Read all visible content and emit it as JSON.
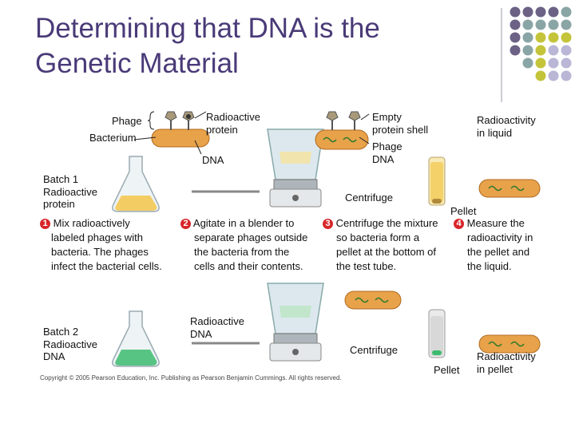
{
  "title_line1": "Determining that DNA is the",
  "title_line2": "Genetic Material",
  "labels": {
    "phage": "Phage",
    "bacterium": "Bacterium",
    "radioactive_protein": [
      "Radioactive",
      "protein"
    ],
    "dna": "DNA",
    "empty_shell": [
      "Empty",
      "protein shell"
    ],
    "phage_dna": [
      "Phage",
      "DNA"
    ],
    "radioactivity_liquid": [
      "Radioactivity",
      "in liquid"
    ],
    "batch1": [
      "Batch 1",
      "Radioactive",
      "protein"
    ],
    "centrifuge1": "Centrifuge",
    "pellet1": "Pellet",
    "batch2": [
      "Batch 2",
      "Radioactive",
      "DNA"
    ],
    "radioactive_dna": [
      "Radioactive",
      "DNA"
    ],
    "centrifuge2": "Centrifuge",
    "pellet2": "Pellet",
    "radioactivity_pellet": [
      "Radioactivity",
      "in pellet"
    ]
  },
  "steps": [
    {
      "num": "1",
      "lines": [
        "Mix radioactively",
        "labeled phages with",
        "bacteria. The phages",
        "infect the bacterial cells."
      ]
    },
    {
      "num": "2",
      "lines": [
        "Agitate in a blender to",
        "separate phages outside",
        "the bacteria from the",
        "cells and their contents."
      ]
    },
    {
      "num": "3",
      "lines": [
        "Centrifuge the mixture",
        "so bacteria form a",
        "pellet at the bottom of",
        "the test tube."
      ]
    },
    {
      "num": "4",
      "lines": [
        "Measure the",
        "radioactivity in",
        "the pellet and",
        "the liquid."
      ]
    }
  ],
  "copyright": "Copyright © 2005 Pearson Education, Inc. Publishing as Pearson Benjamin Cummings. All rights reserved.",
  "colors": {
    "title": "#4a3a78",
    "dot_purple": "#6b6285",
    "dot_teal": "#8aa5a5",
    "dot_yellow": "#c4c43a",
    "dot_lavender": "#b9b6d6",
    "liquid_yellow": "#f3c64a",
    "liquid_green": "#3dbb6e",
    "bacterium": "#e8a24a",
    "step_number": "#d8262a"
  }
}
